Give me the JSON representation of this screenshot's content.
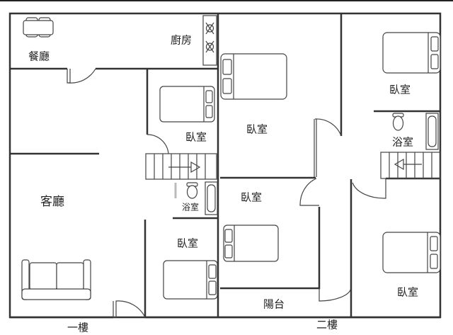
{
  "rooms": {
    "dining": "餐廳",
    "kitchen": "廚房",
    "living": "客廳",
    "f1_bedroom_upper": "臥室",
    "f1_bathroom": "浴室",
    "f1_bedroom_lower": "臥室",
    "f2_bedroom_middle": "臥室",
    "f2_bedroom_center": "臥室",
    "f2_balcony": "陽台",
    "f2_bedroom_top_right": "臥室",
    "f2_bathroom": "浴室",
    "f2_bedroom_bottom_right": "臥室"
  },
  "floors": {
    "first": "一樓",
    "second": "二樓"
  }
}
